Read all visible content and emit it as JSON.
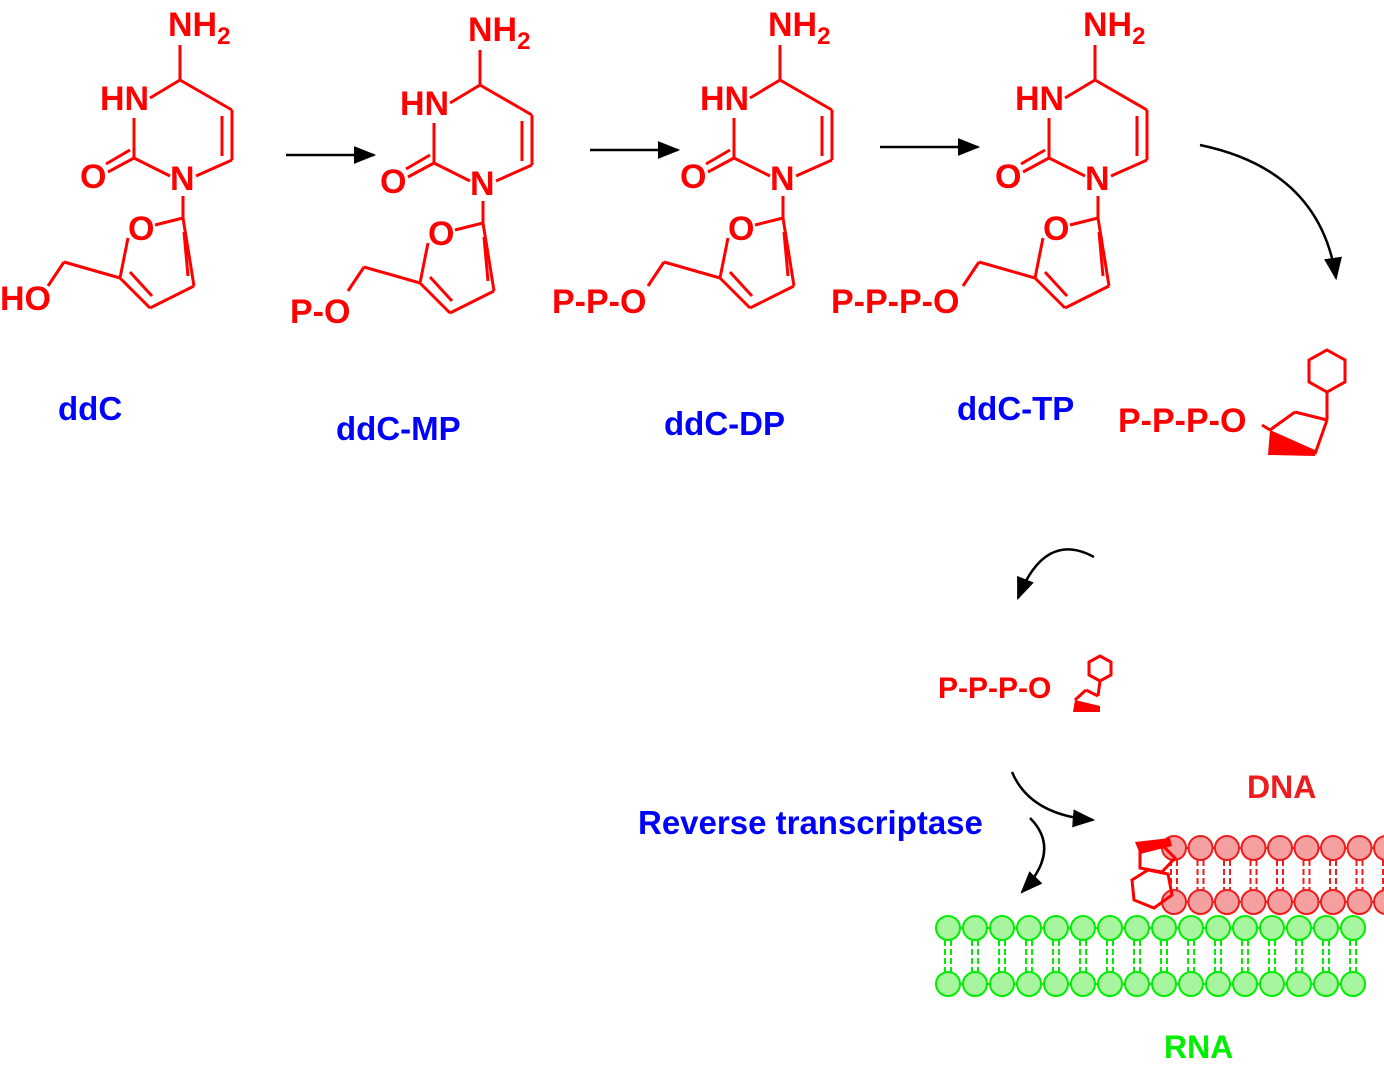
{
  "compounds": [
    {
      "name": "ddC",
      "prefix": "HO",
      "top_atom": "NH",
      "sub": "2",
      "hn": "HN",
      "o": "O",
      "n": "N",
      "ring_o": "O"
    },
    {
      "name": "ddC-MP",
      "prefix": "P-O",
      "top_atom": "NH",
      "sub": "2",
      "hn": "HN",
      "o": "O",
      "n": "N",
      "ring_o": "O"
    },
    {
      "name": "ddC-DP",
      "prefix": "P-P-O",
      "top_atom": "NH",
      "sub": "2",
      "hn": "HN",
      "o": "O",
      "n": "N",
      "ring_o": "O"
    },
    {
      "name": "ddC-TP",
      "prefix": "P-P-P-O",
      "top_atom": "NH",
      "sub": "2",
      "hn": "HN",
      "o": "O",
      "n": "N",
      "ring_o": "O"
    }
  ],
  "simplified": {
    "large_prefix": "P-P-P-O",
    "small_prefix": "P-P-P-O"
  },
  "enzyme": "Reverse transcriptase",
  "strands": {
    "dna": "DNA",
    "rna": "RNA",
    "dna_count": 9,
    "rna_count": 16
  },
  "colors": {
    "molecule": "#ff0000",
    "label": "#0000ff",
    "dna_fill": "#f5a0a0",
    "dna_stroke": "#ee1c1c",
    "rna_fill": "#a8f5a0",
    "rna_stroke": "#00ee00",
    "arrow": "#000000"
  }
}
